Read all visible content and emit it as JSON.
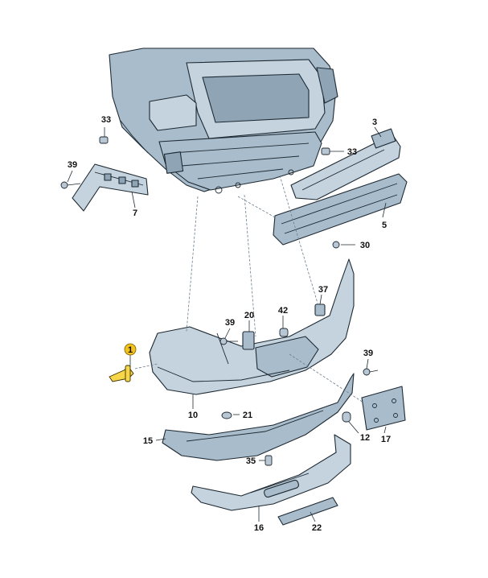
{
  "callouts": [
    {
      "id": "c1",
      "label": "1",
      "highlight": true
    },
    {
      "id": "c3",
      "label": "3"
    },
    {
      "id": "c5",
      "label": "5"
    },
    {
      "id": "c7",
      "label": "7"
    },
    {
      "id": "c10",
      "label": "10"
    },
    {
      "id": "c12",
      "label": "12"
    },
    {
      "id": "c15",
      "label": "15"
    },
    {
      "id": "c16",
      "label": "16"
    },
    {
      "id": "c17",
      "label": "17"
    },
    {
      "id": "c20",
      "label": "20"
    },
    {
      "id": "c21",
      "label": "21"
    },
    {
      "id": "c22",
      "label": "22"
    },
    {
      "id": "c30",
      "label": "30"
    },
    {
      "id": "c33a",
      "label": "33"
    },
    {
      "id": "c33b",
      "label": "33"
    },
    {
      "id": "c35",
      "label": "35"
    },
    {
      "id": "c37",
      "label": "37"
    },
    {
      "id": "c39a",
      "label": "39"
    },
    {
      "id": "c39b",
      "label": "39"
    },
    {
      "id": "c39c",
      "label": "39"
    },
    {
      "id": "c42",
      "label": "42"
    }
  ],
  "colors": {
    "part_fill": "#a9bccb",
    "outline": "#1e2a33",
    "highlight": "#f3c21c"
  }
}
